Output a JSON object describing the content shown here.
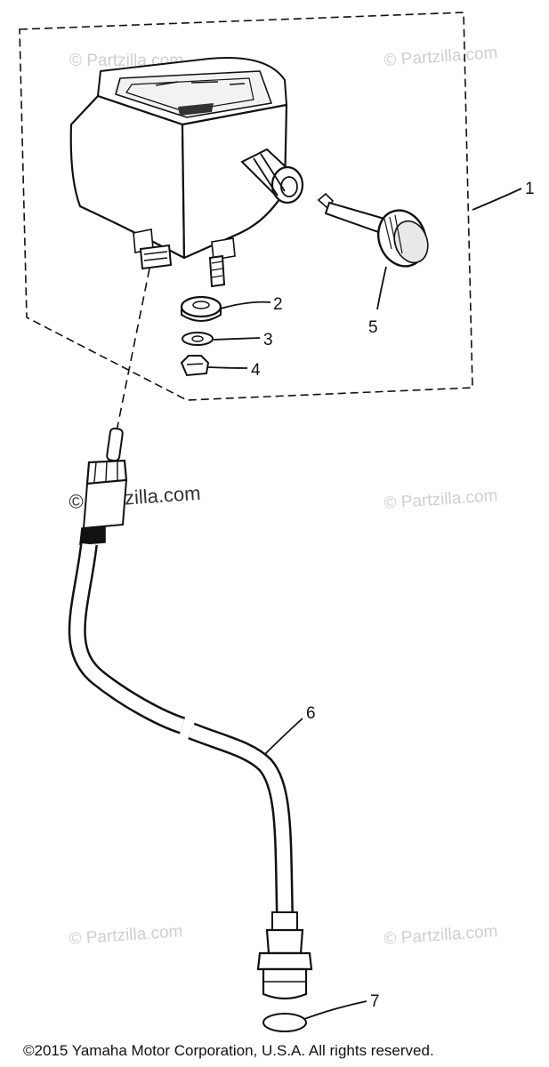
{
  "callouts": [
    "1",
    "2",
    "3",
    "4",
    "5",
    "6",
    "7"
  ],
  "watermark": "© Partzilla.com",
  "copyright": "©2015 Yamaha Motor Corporation, U.S.A. All rights reserved."
}
